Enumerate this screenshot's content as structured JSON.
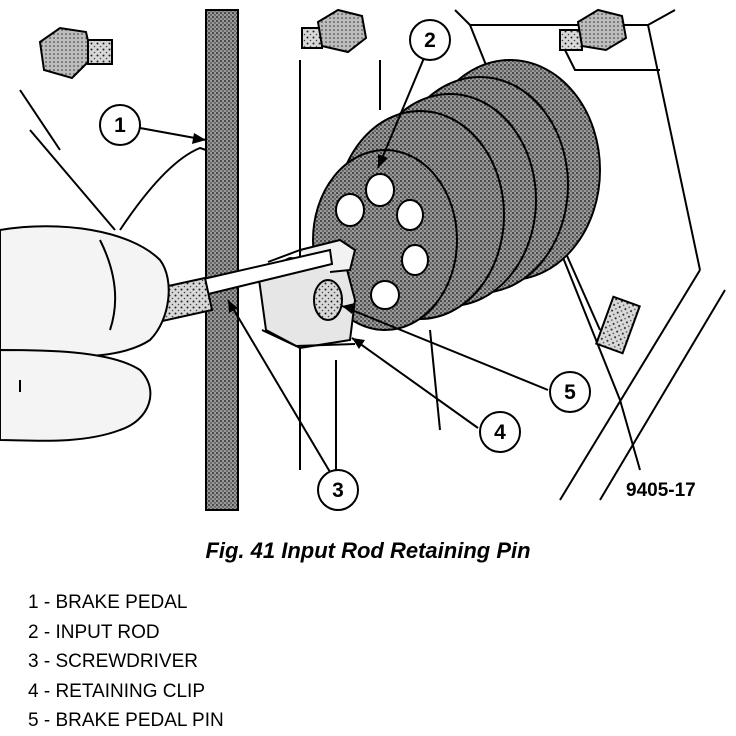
{
  "figure": {
    "id_label": "9405-17",
    "caption": "Fig. 41 Input Rod Retaining Pin",
    "callouts": [
      "1",
      "2",
      "3",
      "4",
      "5"
    ],
    "legend": [
      "1 - BRAKE PEDAL",
      "2 - INPUT ROD",
      "3 - SCREWDRIVER",
      "4 - RETAINING CLIP",
      "5 - BRAKE PEDAL PIN"
    ]
  }
}
